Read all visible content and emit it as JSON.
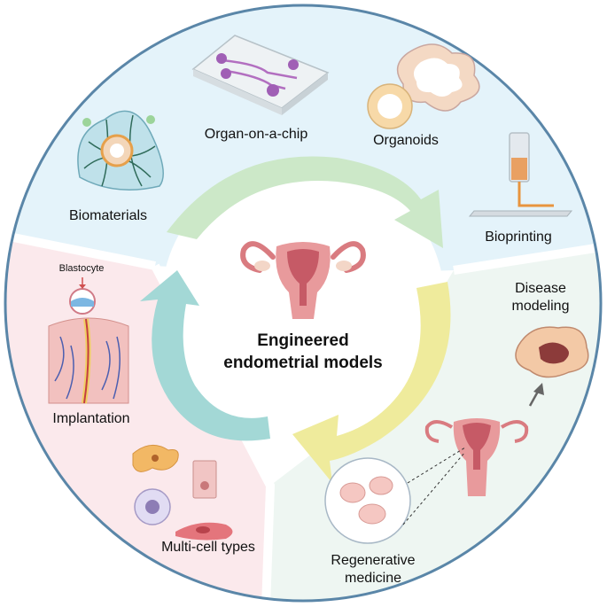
{
  "center": {
    "title_line1": "Engineered",
    "title_line2": "endometrial models"
  },
  "labels": {
    "organ_on_chip": "Organ-on-a-chip",
    "organoids": "Organoids",
    "biomaterials": "Biomaterials",
    "bioprinting": "Bioprinting",
    "disease_line1": "Disease",
    "disease_line2": "modeling",
    "regen_line1": "Regenerative",
    "regen_line2": "medicine",
    "multi_cell": "Multi-cell types",
    "implantation": "Implantation",
    "blastocyte": "Blastocyte"
  },
  "colors": {
    "panel_top": "#e4f3fa",
    "panel_right": "#eef6f2",
    "panel_left": "#fbe9ec",
    "arrow_green": "#cce8c8",
    "arrow_yellow": "#efeb9c",
    "arrow_teal": "#a3d8d6",
    "uterus": "#e89a9c",
    "outline": "#5a86a8"
  }
}
